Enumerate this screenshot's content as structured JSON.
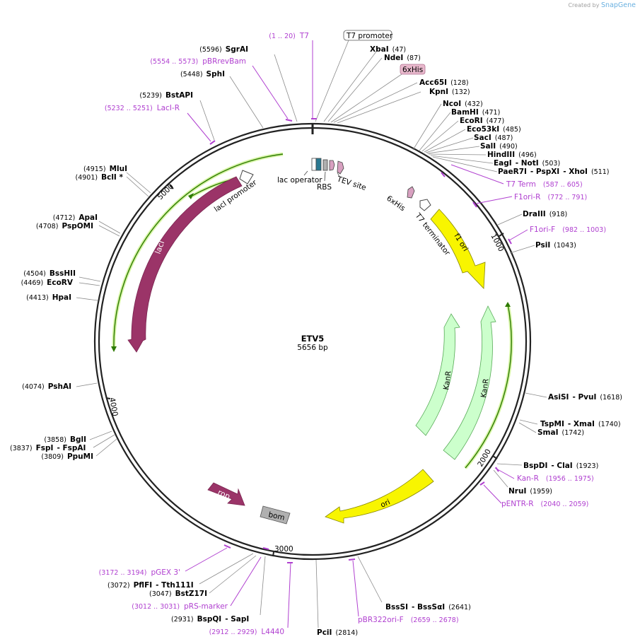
{
  "credit": {
    "prefix": "Created by",
    "brand": "SnapGene"
  },
  "plasmid": {
    "name": "ETV5",
    "length_label": "5656 bp"
  },
  "ticks": [
    "1000",
    "2000",
    "3000",
    "4000",
    "5000"
  ],
  "features": {
    "lacI": "lacI",
    "lacI_promoter": "lacI promoter",
    "lac_operator": "lac operator",
    "RBS": "RBS",
    "TEV_site": "TEV site",
    "sixHis_inner": "6xHis",
    "T7_terminator": "T7 terminator",
    "f1_ori": "f1 ori",
    "KanR_1": "KanR",
    "KanR_2": "KanR",
    "ori": "ori",
    "rop": "rop",
    "bom": "bom",
    "T7_promoter_box": "T7 promoter",
    "sixHis_box": "6xHis"
  },
  "sites": {
    "SgrAI": {
      "name": "SgrAI",
      "pos": "(5596)"
    },
    "SphI": {
      "name": "SphI",
      "pos": "(5448)"
    },
    "BstAPI": {
      "name": "BstAPI",
      "pos": "(5239)"
    },
    "MluI": {
      "name": "MluI",
      "pos": "(4915)"
    },
    "BclI": {
      "name": "BclI *",
      "pos": "(4901)"
    },
    "ApaI": {
      "name": "ApaI",
      "pos": "(4712)"
    },
    "PspOMI": {
      "name": "PspOMI",
      "pos": "(4708)"
    },
    "BssHII": {
      "name": "BssHII",
      "pos": "(4504)"
    },
    "EcoRV": {
      "name": "EcoRV",
      "pos": "(4469)"
    },
    "HpaI": {
      "name": "HpaI",
      "pos": "(4413)"
    },
    "PshAI": {
      "name": "PshAI",
      "pos": "(4074)"
    },
    "BglI": {
      "name": "BglI",
      "pos": "(3858)"
    },
    "FspI": {
      "name": "FspI",
      "pos": "(3837)",
      "extra": "- FspAI"
    },
    "PpuMI": {
      "name": "PpuMI",
      "pos": "(3809)"
    },
    "PflFI": {
      "name": "PflFI",
      "pos": "(3072)",
      "extra": "- Tth111I"
    },
    "BstZ17I": {
      "name": "BstZ17I",
      "pos": "(3047)"
    },
    "BspQI": {
      "name": "BspQI",
      "pos": "(2931)",
      "extra": "- SapI"
    },
    "PciI": {
      "name": "PciI",
      "pos": "(2814)"
    },
    "BssSI": {
      "name": "BssSI",
      "pos": "(2641)",
      "extra": "- BssSαI"
    },
    "NruI": {
      "name": "NruI",
      "pos": "(1959)"
    },
    "BspDI": {
      "name": "BspDI",
      "pos": "(1923)",
      "extra": "- ClaI"
    },
    "TspMI": {
      "name": "TspMI",
      "pos": "(1740)",
      "extra": "- XmaI"
    },
    "SmaI": {
      "name": "SmaI",
      "pos": "(1742)"
    },
    "AsiSI": {
      "name": "AsiSI",
      "pos": "(1618)",
      "extra": "- PvuI"
    },
    "PsiI": {
      "name": "PsiI",
      "pos": "(1043)"
    },
    "DraIII": {
      "name": "DraIII",
      "pos": "(918)"
    },
    "XbaI": {
      "name": "XbaI",
      "pos": "(47)"
    },
    "NdeI": {
      "name": "NdeI",
      "pos": "(87)"
    },
    "Acc65I": {
      "name": "Acc65I",
      "pos": "(128)"
    },
    "KpnI": {
      "name": "KpnI",
      "pos": "(132)"
    },
    "NcoI": {
      "name": "NcoI",
      "pos": "(432)"
    },
    "BamHI": {
      "name": "BamHI",
      "pos": "(471)"
    },
    "EcoRI": {
      "name": "EcoRI",
      "pos": "(477)"
    },
    "Eco53kI": {
      "name": "Eco53kI",
      "pos": "(485)"
    },
    "SacI": {
      "name": "SacI",
      "pos": "(487)"
    },
    "SalI": {
      "name": "SalI",
      "pos": "(490)"
    },
    "HindIII": {
      "name": "HindIII",
      "pos": "(496)"
    },
    "EagI": {
      "name": "EagI",
      "extra": "- NotI",
      "pos": "(503)"
    },
    "PaeR7I": {
      "name": "PaeR7I",
      "extra": "- PspXI",
      "extra2": "- XhoI",
      "pos": "(511)"
    }
  },
  "primers": {
    "T7": {
      "name": "T7",
      "pos": "(1 .. 20)"
    },
    "pBRrevBam": {
      "name": "pBRrevBam",
      "pos": "(5554 .. 5573)"
    },
    "LacI_R": {
      "name": "LacI-R",
      "pos": "(5232 .. 5251)"
    },
    "T7_Term": {
      "name": "T7 Term",
      "pos": "(587 .. 605)"
    },
    "F1ori_R": {
      "name": "F1ori-R",
      "pos": "(772 .. 791)"
    },
    "F1ori_F": {
      "name": "F1ori-F",
      "pos": "(982 .. 1003)"
    },
    "Kan_R": {
      "name": "Kan-R",
      "pos": "(1956 .. 1975)"
    },
    "pENTR_R": {
      "name": "pENTR-R",
      "pos": "(2040 .. 2059)"
    },
    "pBR322ori_F": {
      "name": "pBR322ori-F",
      "pos": "(2659 .. 2678)"
    },
    "L4440": {
      "name": "L4440",
      "pos": "(2912 .. 2929)"
    },
    "pRS_marker": {
      "name": "pRS-marker",
      "pos": "(3012 .. 3031)"
    },
    "pGEX_3": {
      "name": "pGEX 3'",
      "pos": "(3172 .. 3194)"
    }
  },
  "colors": {
    "backbone": "#222222",
    "lacI": "#9b3468",
    "f1ori": "#f8f500",
    "kanr": "#ccffcc",
    "bom": "#b0b0b0",
    "primer": "#b040d0",
    "primer_line": "#b040d0",
    "site_line": "#7a7a7a",
    "inner_line": "#2d7a00",
    "inner_glow": "#d8f5a8"
  }
}
